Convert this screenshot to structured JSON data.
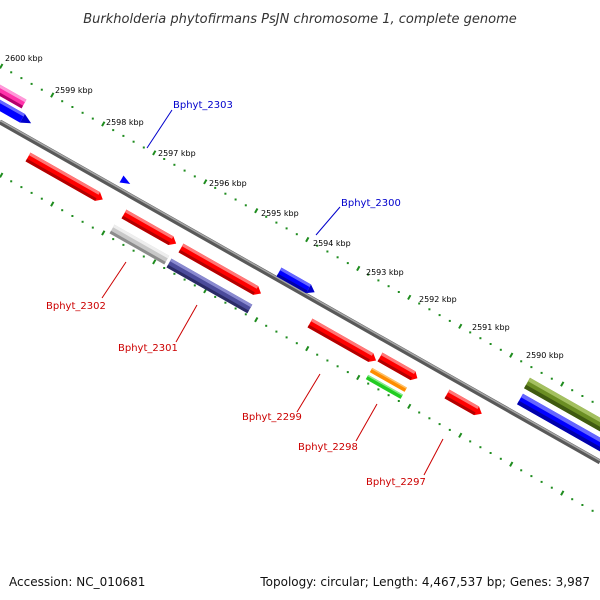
{
  "title": "Burkholderia phytofirmans PsJN chromosome 1, complete genome",
  "footer": {
    "accession": "Accession: NC_010681",
    "topology": "Topology: circular; Length: 4,467,537 bp; Genes: 3,987"
  },
  "kbp_marks": [
    {
      "label": "2600 kbp"
    },
    {
      "label": "2599 kbp"
    },
    {
      "label": "2598 kbp"
    },
    {
      "label": "2597 kbp"
    },
    {
      "label": "2596 kbp"
    },
    {
      "label": "2595 kbp"
    },
    {
      "label": "2594 kbp"
    },
    {
      "label": "2593 kbp"
    },
    {
      "label": "2592 kbp"
    },
    {
      "label": "2591 kbp"
    },
    {
      "label": "2590 kbp"
    }
  ],
  "gene_labels": [
    {
      "name": "Bphyt_2303",
      "color": "#0000cc"
    },
    {
      "name": "Bphyt_2300",
      "color": "#0000cc"
    },
    {
      "name": "Bphyt_2302",
      "color": "#cc0000"
    },
    {
      "name": "Bphyt_2301",
      "color": "#cc0000"
    },
    {
      "name": "Bphyt_2299",
      "color": "#cc0000"
    },
    {
      "name": "Bphyt_2298",
      "color": "#cc0000"
    },
    {
      "name": "Bphyt_2297",
      "color": "#cc0000"
    }
  ],
  "colors": {
    "backbone": "#808080",
    "tick_dots": "#1e8c1e",
    "forward_strand": "#0000ff",
    "reverse_strand": "#ff0000",
    "leader_blue": "#0000cc",
    "leader_red": "#cc0000"
  }
}
